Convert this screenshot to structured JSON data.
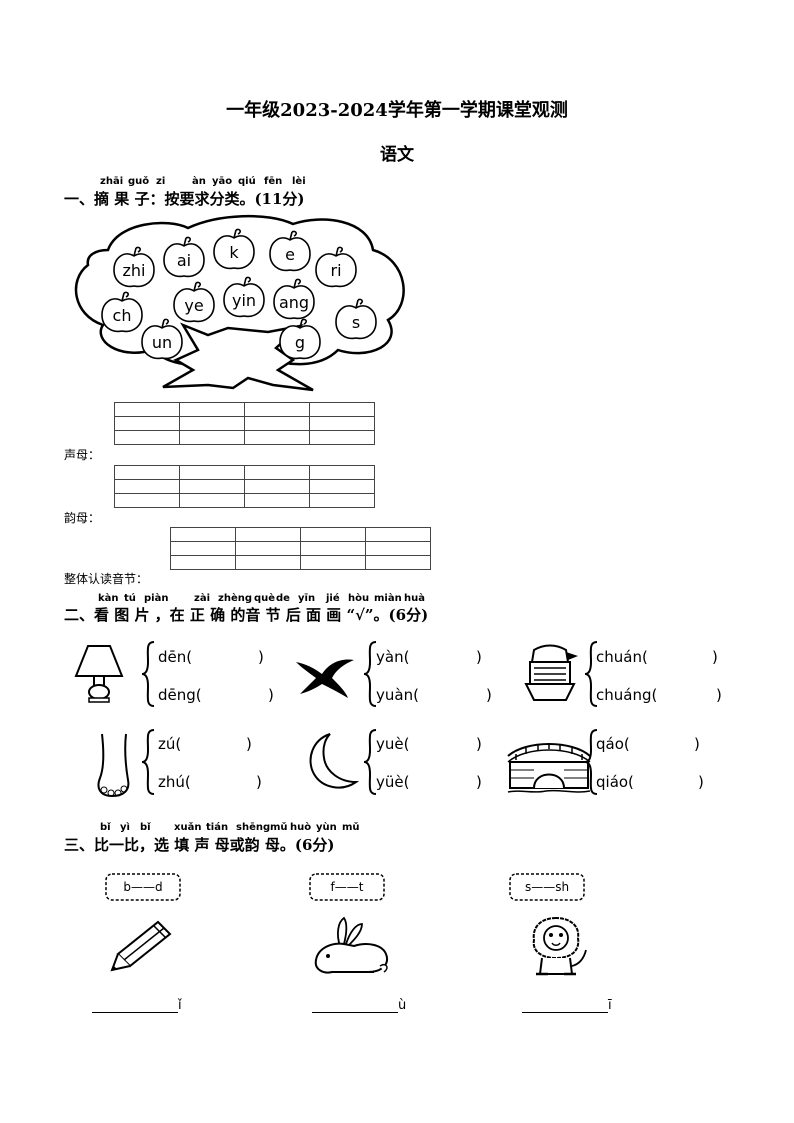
{
  "header": {
    "title": "一年级2023-2024学年第一学期课堂观测",
    "subject": "语文"
  },
  "section1": {
    "title": "一、摘 果 子：按要求分类。(11分)",
    "pinyin": [
      "zhāi",
      "guǒ",
      "zi",
      "àn",
      "yāo",
      "qiú",
      "fēn",
      "lèi"
    ],
    "apples": [
      "zhi",
      "ai",
      "k",
      "e",
      "ri",
      "ch",
      "ye",
      "yin",
      "ang",
      "s",
      "un",
      "g"
    ],
    "labels": {
      "shengmu": "声母：",
      "yunmu": "韵母：",
      "zhengti": "整体认读音节："
    }
  },
  "section2": {
    "title": "二、看 图 片 ，在 正 确 的音 节 后 面 画 “√”。(6分)",
    "pinyin": [
      "kàn",
      "tú",
      "piàn",
      "zài",
      "zhèng",
      "què",
      "de",
      "yīn",
      "jié",
      "hòu",
      "miàn",
      "huà"
    ],
    "items": [
      {
        "picture": "lamp-icon",
        "a": "dēn(",
        "b": "dēng("
      },
      {
        "picture": "swallow-icon",
        "a": "yàn(",
        "b": "yuàn("
      },
      {
        "picture": "boat-icon",
        "a": "chuán(",
        "b": "chuáng("
      },
      {
        "picture": "foot-icon",
        "a": "zú(",
        "b": "zhú("
      },
      {
        "picture": "moon-icon",
        "a": "yuè(",
        "b": "yüè("
      },
      {
        "picture": "bridge-icon",
        "a": "qáo(",
        "b": "qiáo("
      }
    ],
    "close_paren": ")"
  },
  "section3": {
    "title": "三、比一比，选 填 声 母或韵 母。(6分)",
    "pinyin": [
      "bǐ",
      "yì",
      "bǐ",
      "xuǎn",
      "tián",
      "shēng",
      "mǔ",
      "huò",
      "yùn",
      "mǔ"
    ],
    "pairs": [
      "b——d",
      "f——t",
      "s——sh"
    ],
    "suffixes": [
      "ǐ",
      "ù",
      "ī"
    ],
    "pictures": [
      "pencil-icon",
      "rabbit-icon",
      "lion-icon"
    ]
  }
}
